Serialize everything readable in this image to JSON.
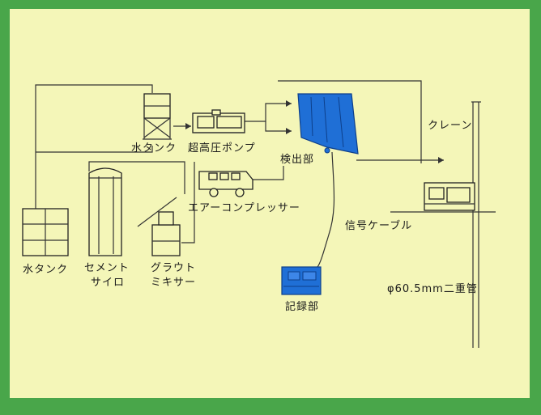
{
  "labels": {
    "water_tank_top": "水タンク",
    "pump": "超高圧ポンプ",
    "detector": "検出部",
    "compressor": "エアーコンプレッサー",
    "signal_cable": "信号ケーブル",
    "crane": "クレーン",
    "water_tank_left": "水タンク",
    "cement_silo_l1": "セメント",
    "cement_silo_l2": "サイロ",
    "grout_mixer_l1": "グラウト",
    "grout_mixer_l2": "ミキサー",
    "recorder": "記録部",
    "double_pipe": "φ60.5mm二重管"
  },
  "colors": {
    "frame": "#49a64a",
    "panel": "#f4f6b8",
    "equipment_blue": "#1f6fd6"
  }
}
